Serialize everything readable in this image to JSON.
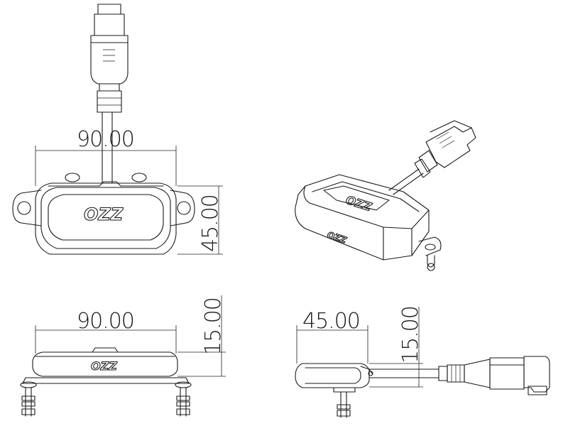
{
  "brand": "OZZ",
  "dimensions": {
    "top_width": "90.00",
    "top_height": "45.00",
    "front_width": "90.00",
    "front_height": "15.00",
    "side_width": "45.00",
    "side_height": "15.00"
  }
}
